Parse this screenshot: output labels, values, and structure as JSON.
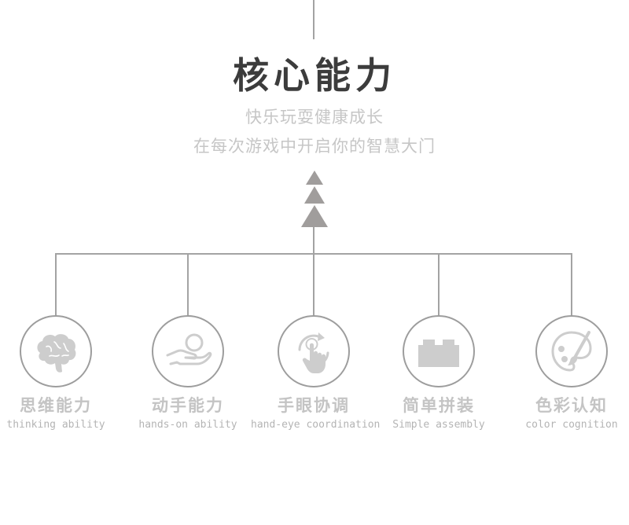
{
  "title": "核心能力",
  "subtitle_lines": [
    "快乐玩耍健康成长",
    "在每次游戏中开启你的智慧大门"
  ],
  "colors": {
    "title": "#3c3c3c",
    "subtitle": "#c6c6c6",
    "line": "#a3a3a3",
    "arrow": "#a09d9c",
    "icon": "#cdcdcd",
    "circle_border": "#9d9d9d"
  },
  "skills": [
    {
      "label_cn": "思维能力",
      "label_en": "thinking ability",
      "icon": "brain-icon"
    },
    {
      "label_cn": "动手能力",
      "label_en": "hands-on ability",
      "icon": "hand-ball-icon"
    },
    {
      "label_cn": "手眼协调",
      "label_en": "hand-eye coordination",
      "icon": "touch-rotate-icon"
    },
    {
      "label_cn": "简单拼装",
      "label_en": "Simple assembly",
      "icon": "building-block-icon"
    },
    {
      "label_cn": "色彩认知",
      "label_en": "color cognition",
      "icon": "palette-brush-icon"
    }
  ]
}
